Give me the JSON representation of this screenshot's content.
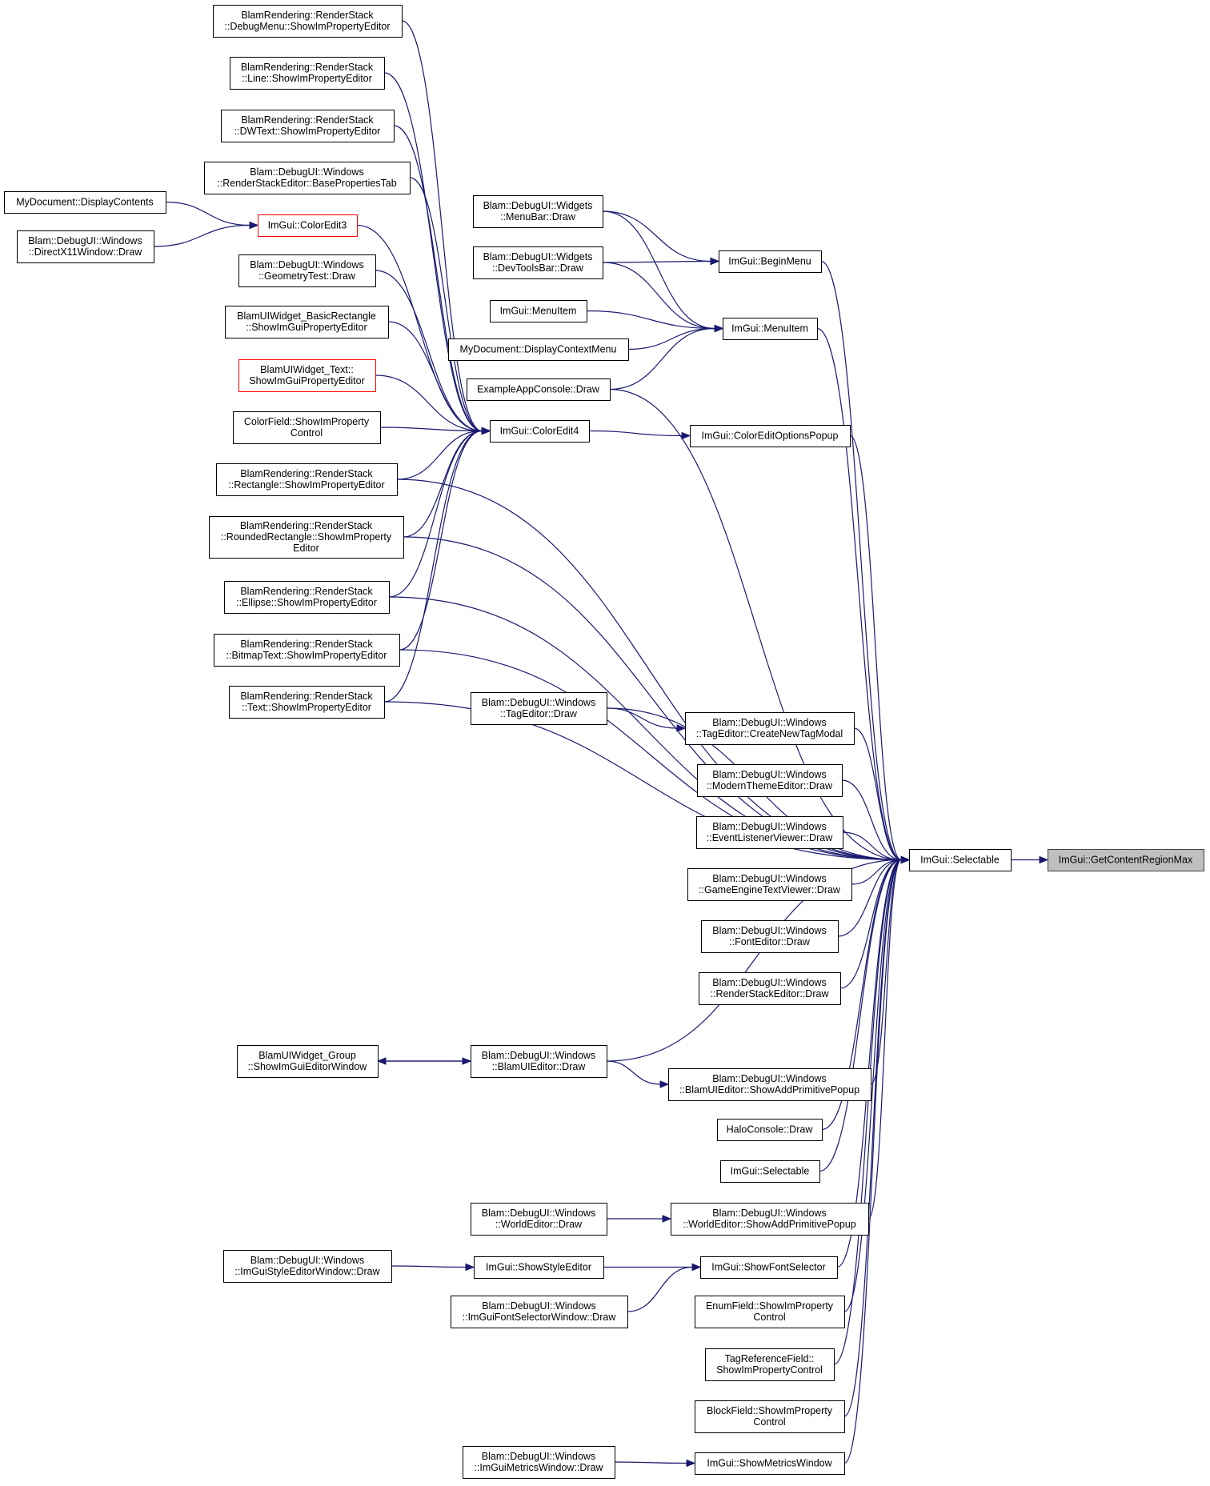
{
  "graph": {
    "edge_color": "#191970",
    "highlight_border_color": "#ff0000",
    "focus_fill_color": "#bfbfbf",
    "nodes": [
      {
        "id": "get_content_region_max",
        "lines": [
          "ImGui::GetContentRegionMax"
        ],
        "style": "focus"
      },
      {
        "id": "selectable_main",
        "lines": [
          "ImGui::Selectable"
        ]
      },
      {
        "id": "rs_debugmenu",
        "lines": [
          "BlamRendering::RenderStack",
          "::DebugMenu::ShowImPropertyEditor"
        ]
      },
      {
        "id": "rs_line",
        "lines": [
          "BlamRendering::RenderStack",
          "::Line::ShowImPropertyEditor"
        ]
      },
      {
        "id": "rs_dwtext",
        "lines": [
          "BlamRendering::RenderStack",
          "::DWText::ShowImPropertyEditor"
        ]
      },
      {
        "id": "rse_baseprops",
        "lines": [
          "Blam::DebugUI::Windows",
          "::RenderStackEditor::BasePropertiesTab"
        ]
      },
      {
        "id": "mydoc_displaycontents",
        "lines": [
          "MyDocument::DisplayContents"
        ]
      },
      {
        "id": "directx11window",
        "lines": [
          "Blam::DebugUI::Windows",
          "::DirectX11Window::Draw"
        ]
      },
      {
        "id": "coloredit3",
        "lines": [
          "ImGui::ColorEdit3"
        ],
        "style": "red"
      },
      {
        "id": "geometrytest",
        "lines": [
          "Blam::DebugUI::Windows",
          "::GeometryTest::Draw"
        ]
      },
      {
        "id": "basicrect",
        "lines": [
          "BlamUIWidget_BasicRectangle",
          "::ShowImGuiPropertyEditor"
        ]
      },
      {
        "id": "widget_text",
        "lines": [
          "BlamUIWidget_Text::",
          "ShowImGuiPropertyEditor"
        ],
        "style": "red"
      },
      {
        "id": "colorfield",
        "lines": [
          "ColorField::ShowImProperty",
          "Control"
        ]
      },
      {
        "id": "rs_rectangle",
        "lines": [
          "BlamRendering::RenderStack",
          "::Rectangle::ShowImPropertyEditor"
        ]
      },
      {
        "id": "rs_roundedrect",
        "lines": [
          "BlamRendering::RenderStack",
          "::RoundedRectangle::ShowImProperty",
          "Editor"
        ]
      },
      {
        "id": "rs_ellipse",
        "lines": [
          "BlamRendering::RenderStack",
          "::Ellipse::ShowImPropertyEditor"
        ]
      },
      {
        "id": "rs_bitmaptext",
        "lines": [
          "BlamRendering::RenderStack",
          "::BitmapText::ShowImPropertyEditor"
        ]
      },
      {
        "id": "rs_text",
        "lines": [
          "BlamRendering::RenderStack",
          "::Text::ShowImPropertyEditor"
        ]
      },
      {
        "id": "menubar",
        "lines": [
          "Blam::DebugUI::Widgets",
          "::MenuBar::Draw"
        ]
      },
      {
        "id": "devtoolsbar",
        "lines": [
          "Blam::DebugUI::Widgets",
          "::DevToolsBar::Draw"
        ]
      },
      {
        "id": "menuitem_left",
        "lines": [
          "ImGui::MenuItem"
        ]
      },
      {
        "id": "mydoc_contextmenu",
        "lines": [
          "MyDocument::DisplayContextMenu"
        ]
      },
      {
        "id": "exampleappconsole",
        "lines": [
          "ExampleAppConsole::Draw"
        ]
      },
      {
        "id": "coloredit4",
        "lines": [
          "ImGui::ColorEdit4"
        ]
      },
      {
        "id": "beginmenu",
        "lines": [
          "ImGui::BeginMenu"
        ]
      },
      {
        "id": "menuitem_right",
        "lines": [
          "ImGui::MenuItem"
        ]
      },
      {
        "id": "coloreditoptionspopup",
        "lines": [
          "ImGui::ColorEditOptionsPopup"
        ]
      },
      {
        "id": "tageditor_draw",
        "lines": [
          "Blam::DebugUI::Windows",
          "::TagEditor::Draw"
        ]
      },
      {
        "id": "createnewtagmodal",
        "lines": [
          "Blam::DebugUI::Windows",
          "::TagEditor::CreateNewTagModal"
        ]
      },
      {
        "id": "moderntheme",
        "lines": [
          "Blam::DebugUI::Windows",
          "::ModernThemeEditor::Draw"
        ]
      },
      {
        "id": "eventlistener",
        "lines": [
          "Blam::DebugUI::Windows",
          "::EventListenerViewer::Draw"
        ]
      },
      {
        "id": "gameenginetext",
        "lines": [
          "Blam::DebugUI::Windows",
          "::GameEngineTextViewer::Draw"
        ]
      },
      {
        "id": "fonteditor",
        "lines": [
          "Blam::DebugUI::Windows",
          "::FontEditor::Draw"
        ]
      },
      {
        "id": "rendereditor",
        "lines": [
          "Blam::DebugUI::Windows",
          "::RenderStackEditor::Draw"
        ]
      },
      {
        "id": "widget_group",
        "lines": [
          "BlamUIWidget_Group",
          "::ShowImGuiEditorWindow"
        ]
      },
      {
        "id": "blamuieditor_draw",
        "lines": [
          "Blam::DebugUI::Windows",
          "::BlamUIEditor::Draw"
        ]
      },
      {
        "id": "showaddprimitive_ui",
        "lines": [
          "Blam::DebugUI::Windows",
          "::BlamUIEditor::ShowAddPrimitivePopup"
        ]
      },
      {
        "id": "haloconsole",
        "lines": [
          "HaloConsole::Draw"
        ]
      },
      {
        "id": "selectable_2",
        "lines": [
          "ImGui::Selectable"
        ]
      },
      {
        "id": "worldeditor_draw",
        "lines": [
          "Blam::DebugUI::Windows",
          "::WorldEditor::Draw"
        ]
      },
      {
        "id": "showaddprimitive_world",
        "lines": [
          "Blam::DebugUI::Windows",
          "::WorldEditor::ShowAddPrimitivePopup"
        ]
      },
      {
        "id": "styleeditorwindow",
        "lines": [
          "Blam::DebugUI::Windows",
          "::ImGuiStyleEditorWindow::Draw"
        ]
      },
      {
        "id": "showstyleeditor",
        "lines": [
          "ImGui::ShowStyleEditor"
        ]
      },
      {
        "id": "showfontselector",
        "lines": [
          "ImGui::ShowFontSelector"
        ]
      },
      {
        "id": "fontselectorwindow",
        "lines": [
          "Blam::DebugUI::Windows",
          "::ImGuiFontSelectorWindow::Draw"
        ]
      },
      {
        "id": "enumfield",
        "lines": [
          "EnumField::ShowImProperty",
          "Control"
        ]
      },
      {
        "id": "tagreferencefield",
        "lines": [
          "TagReferenceField::",
          "ShowImPropertyControl"
        ]
      },
      {
        "id": "blockfield",
        "lines": [
          "BlockField::ShowImProperty",
          "Control"
        ]
      },
      {
        "id": "metricswindow_draw",
        "lines": [
          "Blam::DebugUI::Windows",
          "::ImGuiMetricsWindow::Draw"
        ]
      },
      {
        "id": "showmetricswindow",
        "lines": [
          "ImGui::ShowMetricsWindow"
        ]
      }
    ],
    "edges": [
      {
        "from": "selectable_main",
        "to": "get_content_region_max"
      },
      {
        "from": "rs_debugmenu",
        "to": "coloredit4"
      },
      {
        "from": "rs_line",
        "to": "coloredit4"
      },
      {
        "from": "rs_dwtext",
        "to": "coloredit4"
      },
      {
        "from": "rse_baseprops",
        "to": "coloredit4"
      },
      {
        "from": "mydoc_displaycontents",
        "to": "coloredit3"
      },
      {
        "from": "directx11window",
        "to": "coloredit3"
      },
      {
        "from": "coloredit3",
        "to": "coloredit4"
      },
      {
        "from": "geometrytest",
        "to": "coloredit4"
      },
      {
        "from": "basicrect",
        "to": "coloredit4"
      },
      {
        "from": "widget_text",
        "to": "coloredit4"
      },
      {
        "from": "colorfield",
        "to": "coloredit4"
      },
      {
        "from": "rs_rectangle",
        "to": "coloredit4"
      },
      {
        "from": "rs_roundedrect",
        "to": "coloredit4"
      },
      {
        "from": "rs_ellipse",
        "to": "coloredit4"
      },
      {
        "from": "rs_bitmaptext",
        "to": "coloredit4"
      },
      {
        "from": "rs_text",
        "to": "coloredit4"
      },
      {
        "from": "coloredit4",
        "to": "coloreditoptionspopup"
      },
      {
        "from": "menubar",
        "to": "beginmenu"
      },
      {
        "from": "menubar",
        "to": "menuitem_right"
      },
      {
        "from": "devtoolsbar",
        "to": "beginmenu"
      },
      {
        "from": "devtoolsbar",
        "to": "menuitem_right"
      },
      {
        "from": "menuitem_left",
        "to": "menuitem_right"
      },
      {
        "from": "mydoc_contextmenu",
        "to": "menuitem_right"
      },
      {
        "from": "exampleappconsole",
        "to": "menuitem_right"
      },
      {
        "from": "beginmenu",
        "to": "selectable_main"
      },
      {
        "from": "menuitem_right",
        "to": "selectable_main"
      },
      {
        "from": "coloreditoptionspopup",
        "to": "selectable_main"
      },
      {
        "from": "exampleappconsole",
        "to": "selectable_main"
      },
      {
        "from": "rs_rectangle",
        "to": "selectable_main"
      },
      {
        "from": "rs_roundedrect",
        "to": "selectable_main"
      },
      {
        "from": "rs_ellipse",
        "to": "selectable_main"
      },
      {
        "from": "rs_bitmaptext",
        "to": "selectable_main"
      },
      {
        "from": "rs_text",
        "to": "selectable_main"
      },
      {
        "from": "tageditor_draw",
        "to": "selectable_main"
      },
      {
        "from": "tageditor_draw",
        "to": "createnewtagmodal"
      },
      {
        "from": "createnewtagmodal",
        "to": "selectable_main"
      },
      {
        "from": "moderntheme",
        "to": "selectable_main"
      },
      {
        "from": "eventlistener",
        "to": "selectable_main"
      },
      {
        "from": "gameenginetext",
        "to": "selectable_main"
      },
      {
        "from": "fonteditor",
        "to": "selectable_main"
      },
      {
        "from": "rendereditor",
        "to": "selectable_main"
      },
      {
        "from": "blamuieditor_draw",
        "to": "selectable_main"
      },
      {
        "from": "blamuieditor_draw",
        "to": "widget_group"
      },
      {
        "from": "widget_group",
        "to": "blamuieditor_draw"
      },
      {
        "from": "blamuieditor_draw",
        "to": "showaddprimitive_ui"
      },
      {
        "from": "showaddprimitive_ui",
        "to": "selectable_main"
      },
      {
        "from": "haloconsole",
        "to": "selectable_main"
      },
      {
        "from": "selectable_2",
        "to": "selectable_main"
      },
      {
        "from": "worldeditor_draw",
        "to": "showaddprimitive_world"
      },
      {
        "from": "showaddprimitive_world",
        "to": "selectable_main"
      },
      {
        "from": "styleeditorwindow",
        "to": "showstyleeditor"
      },
      {
        "from": "showstyleeditor",
        "to": "showfontselector"
      },
      {
        "from": "fontselectorwindow",
        "to": "showfontselector"
      },
      {
        "from": "showfontselector",
        "to": "selectable_main"
      },
      {
        "from": "enumfield",
        "to": "selectable_main"
      },
      {
        "from": "tagreferencefield",
        "to": "selectable_main"
      },
      {
        "from": "blockfield",
        "to": "selectable_main"
      },
      {
        "from": "metricswindow_draw",
        "to": "showmetricswindow"
      },
      {
        "from": "showmetricswindow",
        "to": "selectable_main"
      }
    ]
  }
}
